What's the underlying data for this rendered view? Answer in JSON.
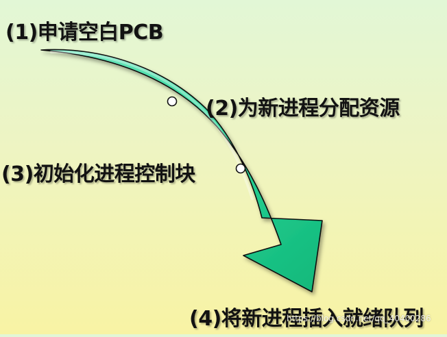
{
  "steps": [
    {
      "label": "(1)申请空白PCB"
    },
    {
      "label": "(2)为新进程分配资源"
    },
    {
      "label": "(3)初始化进程控制块"
    },
    {
      "label": "(4)将新进程插入就绪队列"
    }
  ],
  "watermark": "https://blog.csdn.net/qq_40400286",
  "colors": {
    "arrow_fill": "#1fcf8e",
    "arrow_stroke": "#111111",
    "text": "#121212"
  },
  "icons": [
    "curved-arrow",
    "step-dot",
    "step-dot"
  ]
}
